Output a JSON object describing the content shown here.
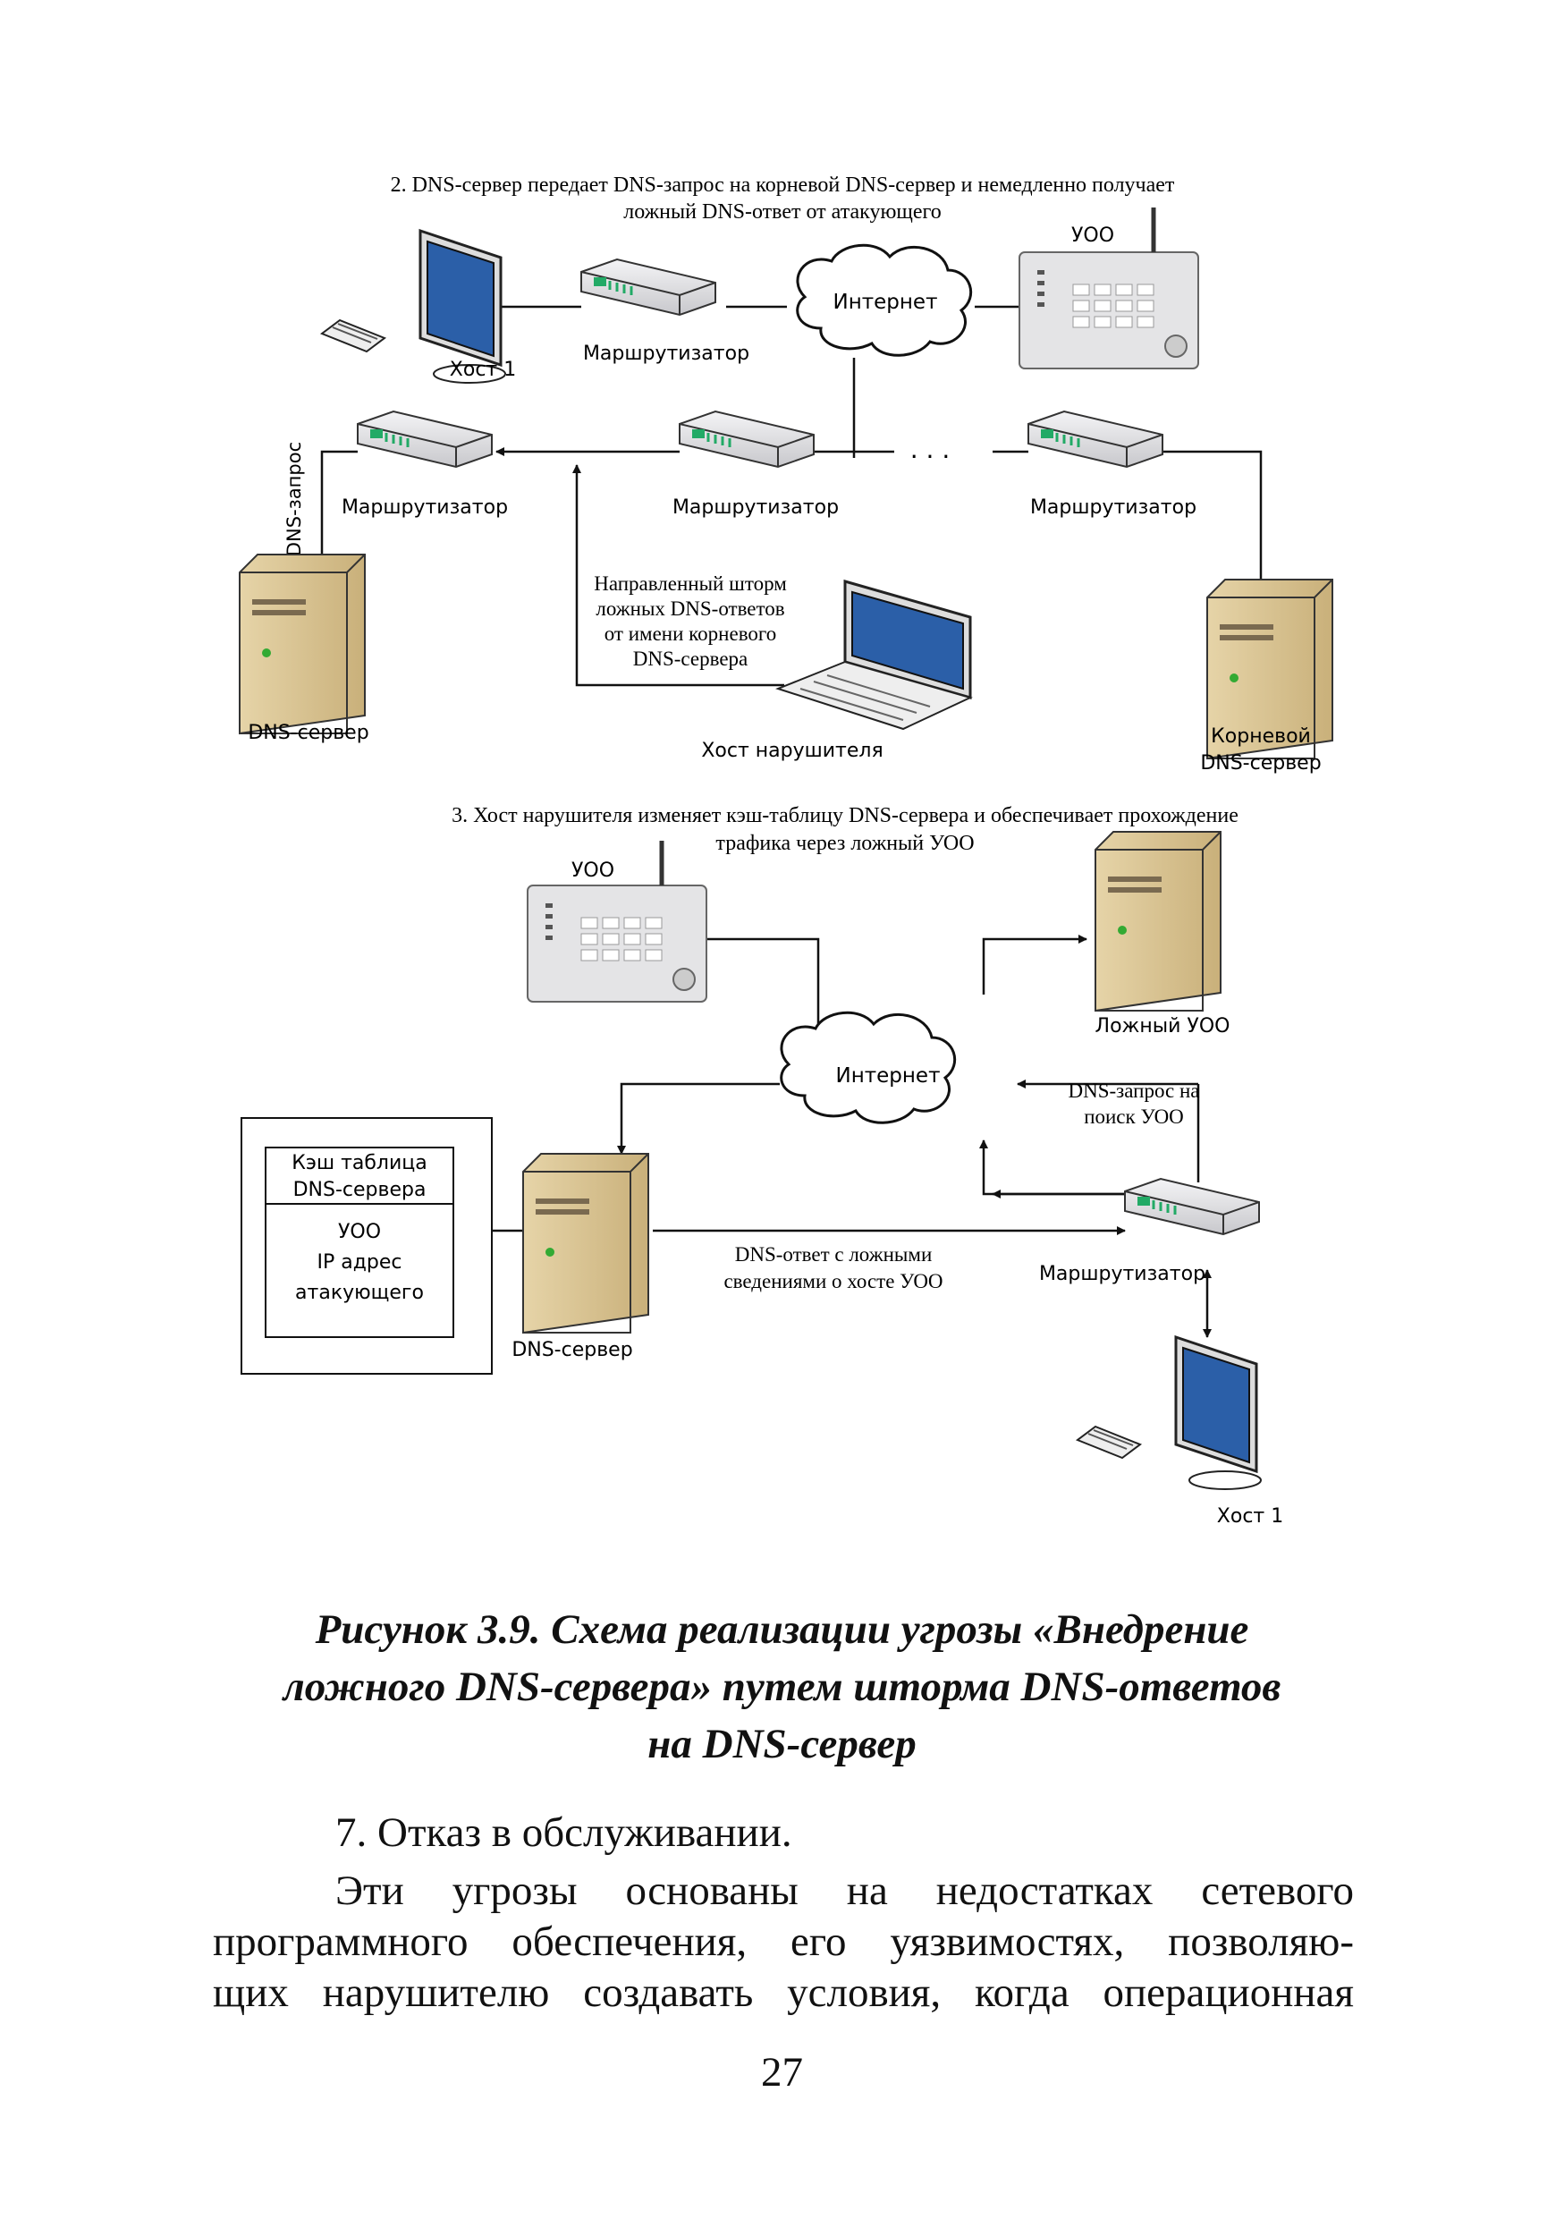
{
  "diagram": {
    "step2": {
      "heading_line1": "2. DNS-сервер передает DNS-запрос на корневой DNS-сервер и немедленно получает",
      "heading_line2": "ложный DNS-ответ от атакующего",
      "host1": "Хост 1",
      "router_top": "Маршрутизатор",
      "internet": "Интернет",
      "uoo": "УОО",
      "router_left": "Маршрутизатор",
      "router_middle": "Маршрутизатор",
      "router_right": "Маршрутизатор",
      "dns_query": "DNS-запрос",
      "dns_server": "DNS-сервер",
      "storm_line1": "Направленный шторм",
      "storm_line2": "ложных DNS-ответов",
      "storm_line3": "от имени корневого",
      "storm_line4": "DNS-сервера",
      "attacker_host": "Хост нарушителя",
      "root_line1": "Корневой",
      "root_line2": "DNS-сервер",
      "dots": ". . ."
    },
    "step3": {
      "heading_line1": "3. Хост нарушителя изменяет кэш-таблицу DNS-сервера и обеспечивает прохождение",
      "heading_line2": "трафика через ложный УОО",
      "uoo": "УОО",
      "internet": "Интернет",
      "fake_uoo": "Ложный УОО",
      "cache_title_line1": "Кэш таблица",
      "cache_title_line2": "DNS-сервера",
      "cache_row1": "УОО",
      "cache_row2": "IP адрес",
      "cache_row3": "атакующего",
      "dns_server": "DNS-сервер",
      "dns_answer_line1": "DNS-ответ с ложными",
      "dns_answer_line2": "сведениями о хосте УОО",
      "dns_query_line1": "DNS-запрос на",
      "dns_query_line2": "поиск УОО",
      "router": "Маршрутизатор",
      "host1": "Хост 1"
    }
  },
  "caption": {
    "line1": "Рисунок 3.9. Схема реализации угрозы «Внедрение",
    "line2": "ложного DNS-сервера» путем шторма DNS-ответов",
    "line3": "на DNS-сервер"
  },
  "text": {
    "item": "7. Отказ в обслуживании.",
    "para_line1": "Эти угрозы основаны на недостатках сетевого",
    "para_line2": "программного обеспечения, его уязвимостях, позволяю-",
    "para_line3": "щих нарушителю создавать условия, когда операционная"
  },
  "page_number": "27"
}
